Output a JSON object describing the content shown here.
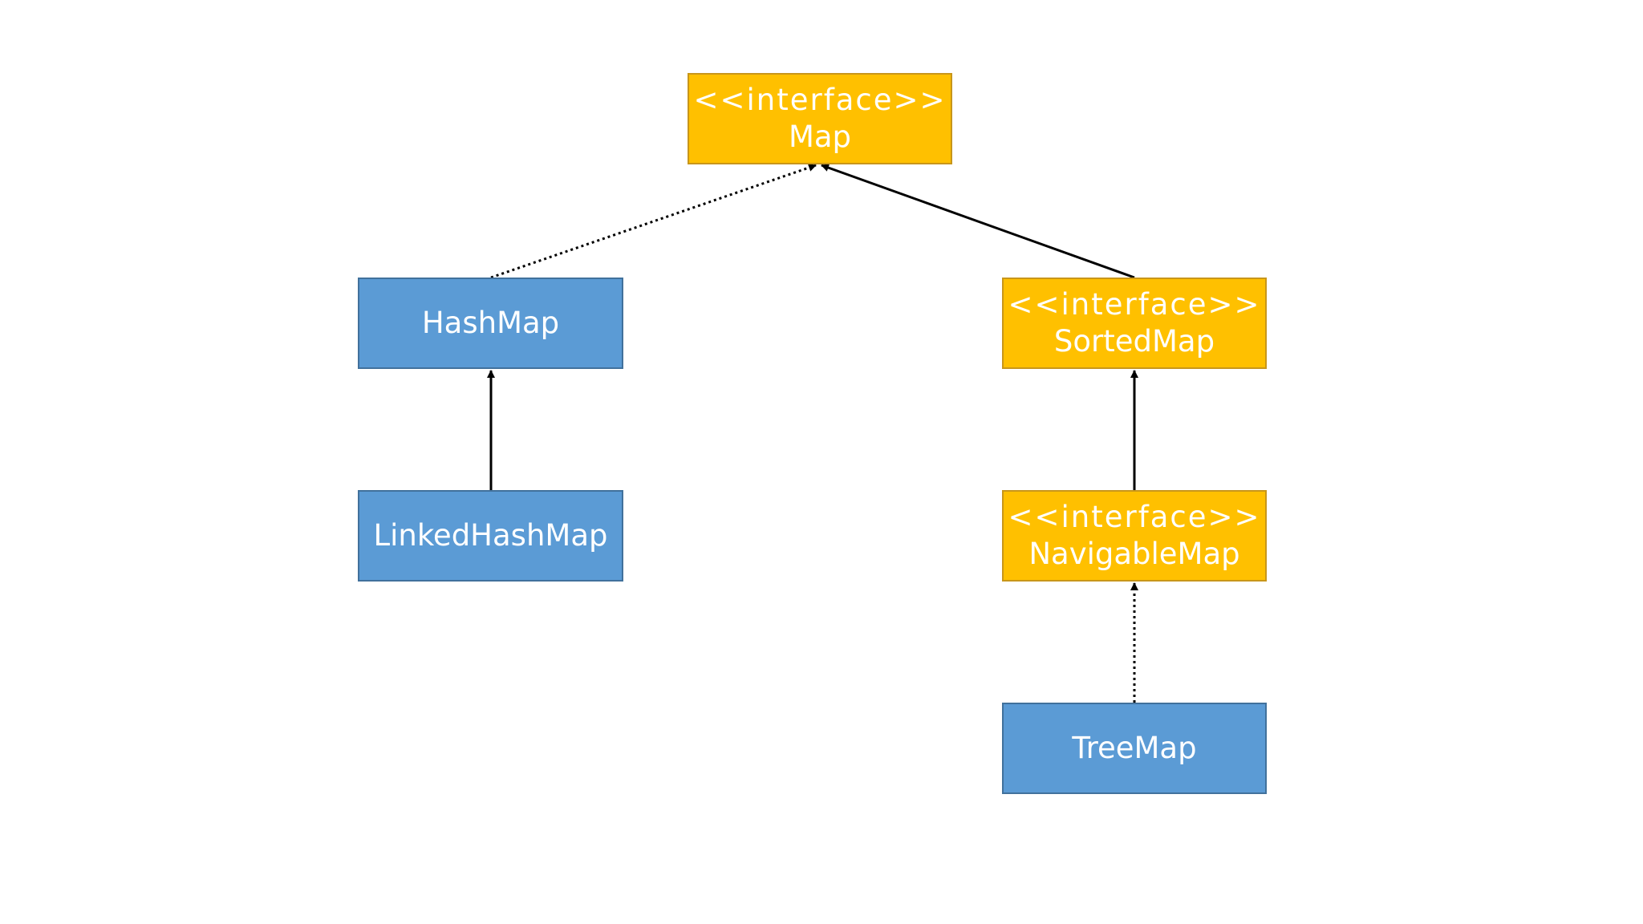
{
  "nodes": {
    "map": {
      "stereotype": "<<interface>>",
      "name": "Map",
      "kind": "interface"
    },
    "hashmap": {
      "name": "HashMap",
      "kind": "class"
    },
    "sortedmap": {
      "stereotype": "<<interface>>",
      "name": "SortedMap",
      "kind": "interface"
    },
    "linkedhashmap": {
      "name": "LinkedHashMap",
      "kind": "class"
    },
    "navigablemap": {
      "stereotype": "<<interface>>",
      "name": "NavigableMap",
      "kind": "interface"
    },
    "treemap": {
      "name": "TreeMap",
      "kind": "class"
    }
  },
  "edges": [
    {
      "from": "HashMap",
      "to": "Map",
      "style": "dotted"
    },
    {
      "from": "SortedMap",
      "to": "Map",
      "style": "solid"
    },
    {
      "from": "LinkedHashMap",
      "to": "HashMap",
      "style": "solid"
    },
    {
      "from": "NavigableMap",
      "to": "SortedMap",
      "style": "solid"
    },
    {
      "from": "TreeMap",
      "to": "NavigableMap",
      "style": "dotted"
    }
  ],
  "colors": {
    "interface_fill": "#ffc000",
    "interface_border": "#c8961a",
    "class_fill": "#5b9bd5",
    "class_border": "#41719c",
    "text": "#ffffff",
    "edge": "#000000"
  }
}
